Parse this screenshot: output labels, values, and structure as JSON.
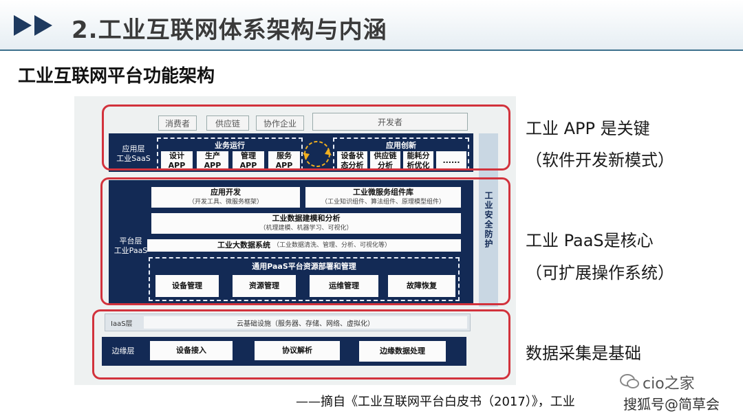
{
  "header": {
    "title": "2.工业互联网体系架构与内涵",
    "chevron_color": "#1e3a5f"
  },
  "subtitle": "工业互联网平台功能架构",
  "diagram": {
    "top_row": [
      "消费者",
      "供应链",
      "协作企业",
      "开发者"
    ],
    "saas": {
      "label_line1": "应用层",
      "label_line2": "工业SaaS",
      "group1_title": "业务运行",
      "group1_items": [
        {
          "l1": "设计",
          "l2": "APP"
        },
        {
          "l1": "生产",
          "l2": "APP"
        },
        {
          "l1": "管理",
          "l2": "APP"
        },
        {
          "l1": "服务",
          "l2": "APP"
        }
      ],
      "group2_title": "应用创新",
      "group2_items": [
        {
          "l1": "设备状",
          "l2": "态分析"
        },
        {
          "l1": "供应链",
          "l2": "分析"
        },
        {
          "l1": "能耗分",
          "l2": "析优化"
        },
        {
          "l1": "......",
          "l2": ""
        }
      ]
    },
    "paas": {
      "label_line1": "平台层",
      "label_line2": "工业PaaS",
      "app_dev": {
        "title": "应用开发",
        "desc": "（开发工具、微服务框架）"
      },
      "micro": {
        "title": "工业微服务组件库",
        "desc": "（工业知识组件、算法组件、原理模型组件）"
      },
      "modeling": {
        "title": "工业数据建模和分析",
        "desc": "（机理建模、机器学习、可视化）"
      },
      "bigdata": {
        "title": "工业大数据系统",
        "desc": "（工业数据清洗、管理、分析、可视化等）"
      },
      "resource_title": "通用PaaS平台资源部署和管理",
      "resource_items": [
        "设备管理",
        "资源管理",
        "运维管理",
        "故障恢复"
      ]
    },
    "security": "工业安全防护",
    "iaas": {
      "label": "IaaS层",
      "content": "云基础设施（服务器、存储、网络、虚拟化）"
    },
    "edge": {
      "label": "边缘层",
      "items": [
        "设备接入",
        "协议解析",
        "边缘数据处理"
      ]
    }
  },
  "annotations": {
    "app_line1": "工业 APP 是关键",
    "app_line2": "（软件开发新模式）",
    "paas_line1": "工业 PaaS是核心",
    "paas_line2": "（可扩展操作系统）",
    "data_line1": "数据采集是基础"
  },
  "caption": "——摘自《工业互联网平台白皮书（2017）》，工业",
  "watermarks": {
    "wechat": "cio之家",
    "sohu": "搜狐号@简草会"
  },
  "colors": {
    "navy": "#132a55",
    "red_outline": "#d2323c",
    "header_line": "#3c6f8c"
  }
}
